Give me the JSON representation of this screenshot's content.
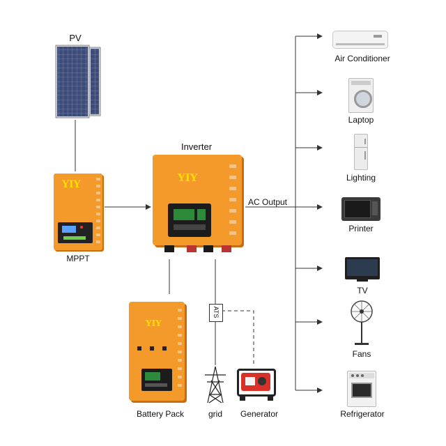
{
  "diagram": {
    "pv_label": "PV",
    "mppt_label": "MPPT",
    "inverter_label": "Inverter",
    "battery_label": "Battery Pack",
    "grid_label": "grid",
    "generator_label": "Generator",
    "ats_label": "ATS",
    "ac_output_label": "AC Output",
    "brand": "YIY",
    "loads": [
      {
        "label": "Air Conditioner",
        "icon": "air-conditioner-icon"
      },
      {
        "label": "Laptop",
        "icon": "washing-machine-icon"
      },
      {
        "label": "Lighting",
        "icon": "refrigerator-tall-icon"
      },
      {
        "label": "Printer",
        "icon": "microwave-icon"
      },
      {
        "label": "TV",
        "icon": "tv-icon"
      },
      {
        "label": "Fans",
        "icon": "fan-icon"
      },
      {
        "label": "Refrigerator",
        "icon": "stove-icon"
      }
    ]
  },
  "colors": {
    "device_orange": "#f39a2a",
    "device_dark_orange": "#d9781a",
    "panel_blue": "#3d4c78",
    "line": "#333333"
  }
}
